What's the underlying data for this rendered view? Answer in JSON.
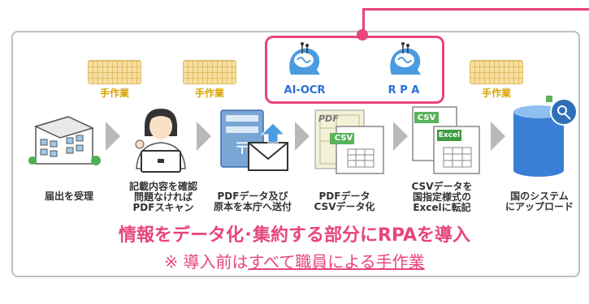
{
  "manual_label": "手作業",
  "ai": {
    "ocr_label": "AI-OCR",
    "rpa_label": "R P A"
  },
  "steps": [
    {
      "label": "届出を受理"
    },
    {
      "label": "記載内容を確認\n問題なければ\nPDFスキャン"
    },
    {
      "label": "PDFデータ及び\n原本を本庁へ送付"
    },
    {
      "label": "PDFデータ\nCSVデータ化"
    },
    {
      "label": "CSVデータを\n国指定様式の\nExcelに転記"
    },
    {
      "label": "国のシステム\nにアップロード"
    }
  ],
  "doc_badges": {
    "csv1": "CSV",
    "pdf": "PDF",
    "csv2": "CSV",
    "excel": "Excel"
  },
  "message": {
    "main": "情報をデータ化･集約する部分にRPAを導入",
    "sub_prefix": "※ 導入前は",
    "sub_underlined": "すべて職員による手作業"
  },
  "colors": {
    "accent": "#e8457a",
    "manual": "#d9a200",
    "ai": "#2a6fd1"
  }
}
